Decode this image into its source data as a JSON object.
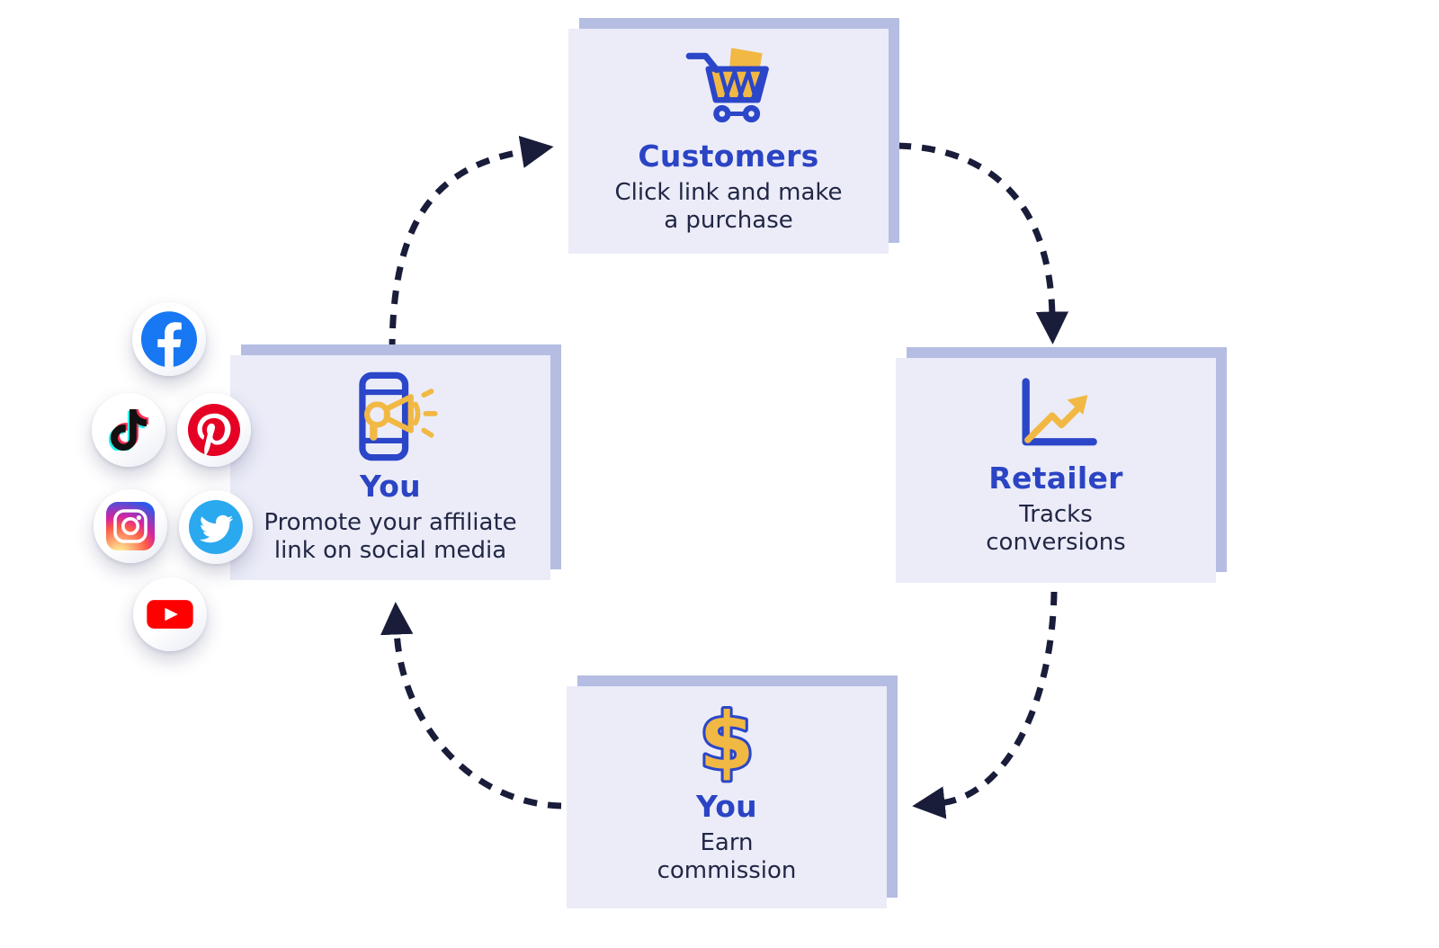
{
  "colors": {
    "accent_blue": "#2b44c4",
    "icon_blue": "#2b46c8",
    "icon_yellow": "#f2b844",
    "text_navy": "#222745",
    "arrow_navy": "#191d3a",
    "card_bg": "#ebecf8",
    "card_shadow": "#b5bde2",
    "facebook_blue": "#1877f2",
    "twitter_blue": "#2aa9ee",
    "pinterest_red": "#e60023",
    "youtube_red": "#ff0000",
    "tiktok_cyan": "#25f4ee",
    "tiktok_pink": "#fe2c55",
    "tiktok_black": "#111111"
  },
  "nodes": {
    "customers": {
      "title": "Customers",
      "desc_lines": [
        "Click link and make",
        "a purchase"
      ],
      "icon": "shopping-cart-icon"
    },
    "retailer": {
      "title": "Retailer",
      "desc_lines": [
        "Tracks",
        "conversions"
      ],
      "icon": "growth-chart-icon"
    },
    "you_earn": {
      "title": "You",
      "desc_lines": [
        "Earn",
        "commission"
      ],
      "icon": "dollar-icon"
    },
    "you_promote": {
      "title": "You",
      "desc_lines": [
        "Promote your affiliate",
        "link on social media"
      ],
      "icon": "phone-megaphone-icon"
    }
  },
  "flow": [
    {
      "from": "you_promote",
      "to": "customers"
    },
    {
      "from": "customers",
      "to": "retailer"
    },
    {
      "from": "retailer",
      "to": "you_earn"
    },
    {
      "from": "you_earn",
      "to": "you_promote"
    }
  ],
  "social_icons": [
    {
      "name": "facebook-icon"
    },
    {
      "name": "tiktok-icon"
    },
    {
      "name": "pinterest-icon"
    },
    {
      "name": "instagram-icon"
    },
    {
      "name": "twitter-icon"
    },
    {
      "name": "youtube-icon"
    }
  ]
}
